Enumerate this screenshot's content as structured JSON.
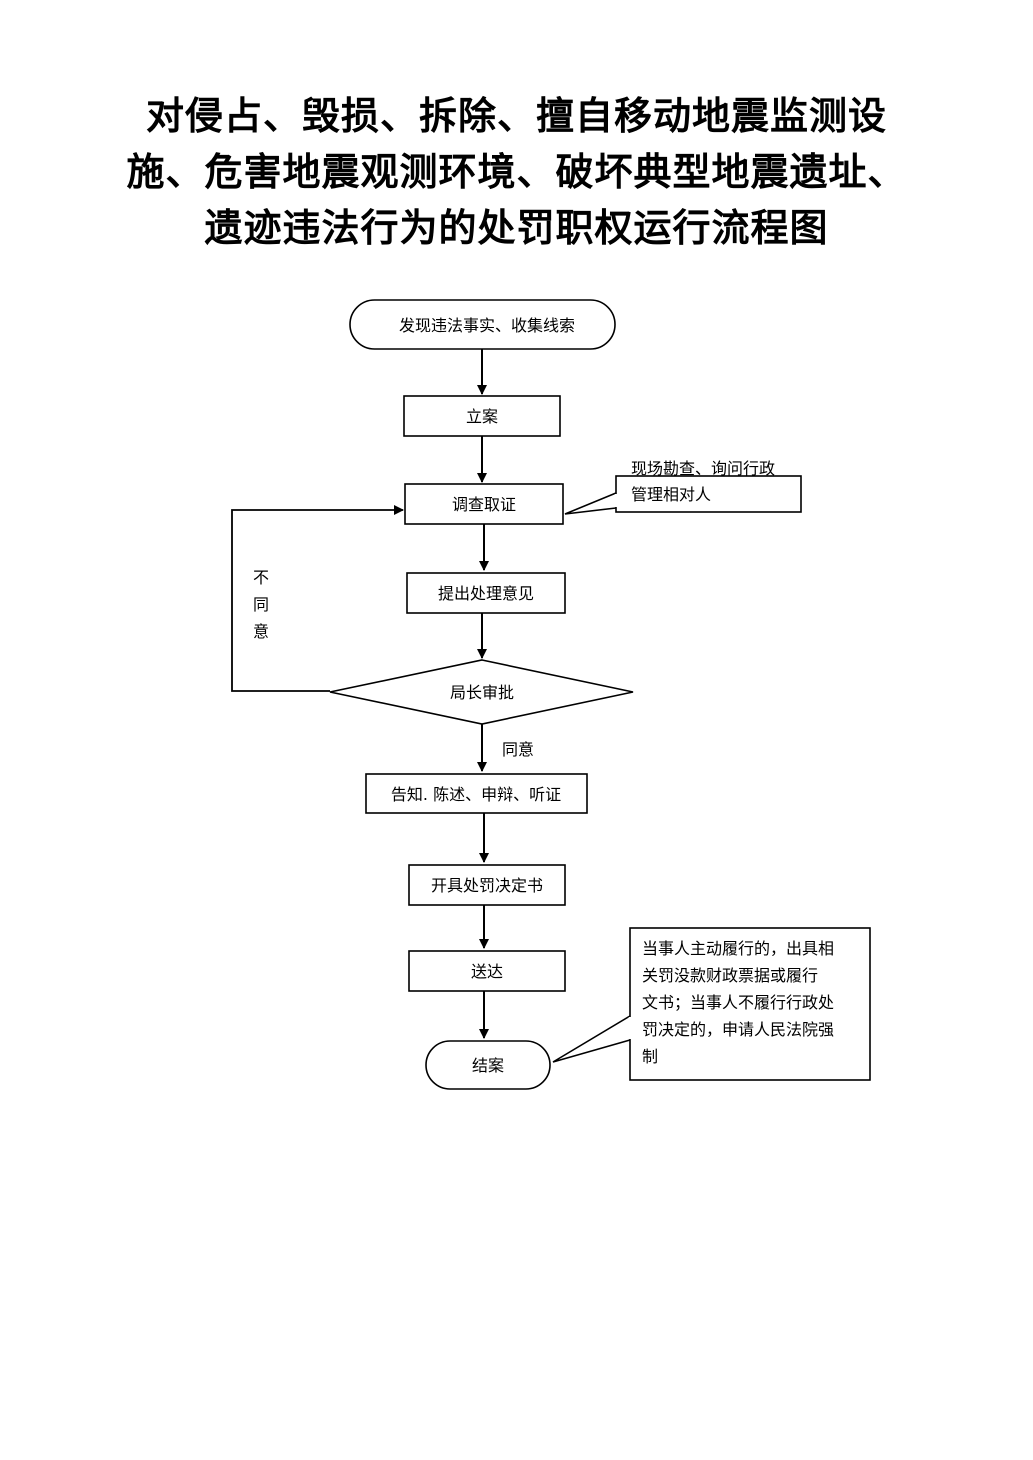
{
  "title": {
    "line1": "对侵占、毁损、拆除、擅自移动地震监测设",
    "line2": "施、危害地震观测环境、破坏典型地震遗址、",
    "line3": "遗迹违法行为的处罚职权运行流程图"
  },
  "nodes": {
    "discover": "发现违法事实、收集线索",
    "file_case": "立案",
    "investigate": "调查取证",
    "propose": "提出处理意见",
    "director_approval": "局长审批",
    "notify": "告知. 陈述、申辩、听证",
    "issue_decision": "开具处罚决定书",
    "deliver": "送达",
    "close_case": "结案"
  },
  "edge_labels": {
    "agree": "同意",
    "disagree_1": "不",
    "disagree_2": "同",
    "disagree_3": "意"
  },
  "callouts": {
    "investigate_note": {
      "line1": "现场勘查、询问行政",
      "line2": "管理相对人"
    },
    "close_note": {
      "line1": "当事人主动履行的，出具相",
      "line2": "关罚没款财政票据或履行",
      "line3": "文书；当事人不履行行政处",
      "line4": "罚决定的，申请人民法院强",
      "line5": "制"
    }
  }
}
